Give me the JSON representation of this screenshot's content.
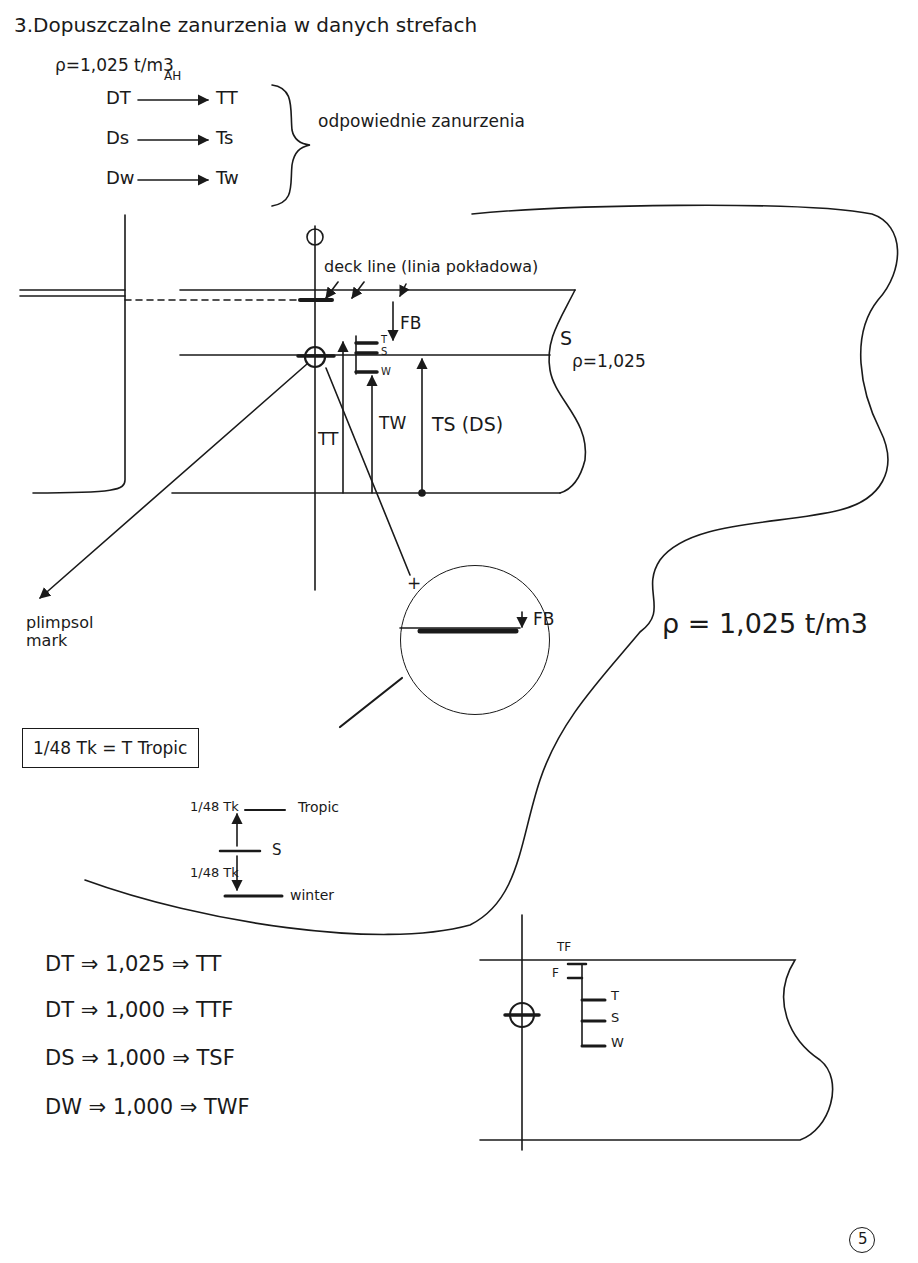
{
  "diagram": {
    "title": "3.Dopuszczalne zanurzenia w danych strefach",
    "nodes": [
      {
        "text": [
          "1/48 Tk = T Tropic"
        ]
      },
      {
        "text": [
          "+",
          "FB"
        ]
      },
      {
        "text": [
          "5"
        ]
      }
    ],
    "labels": [
      "ρ=1,025 t/m3",
      "DT",
      "AH",
      "TT",
      "Ds",
      "Ts",
      "Dw",
      "Tw",
      "odpowiednie zanurzenia",
      "deck line (linia pokładowa)",
      "T",
      "S",
      "W",
      "FB",
      "S",
      "ρ=1,025",
      "TT",
      "TW",
      "TS (DS)",
      "plimpsol mark",
      "ρ = 1,025 t/m3",
      "1/48 Tk",
      "Tropic",
      "S",
      "1/48 Tk",
      "winter",
      "DT ⇒ 1,025 ⇒ TT",
      "DT ⇒ 1,000 ⇒ TTF",
      "DS ⇒ 1,000 ⇒ TSF",
      "DW ⇒ 1,000 ⇒ TWF",
      "TF",
      "F",
      "T",
      "S",
      "W"
    ]
  }
}
